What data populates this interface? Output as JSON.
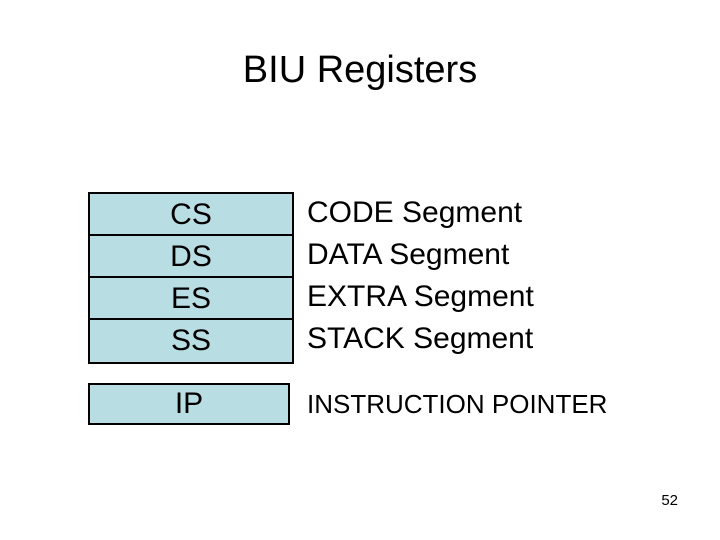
{
  "slide": {
    "title": "BIU Registers",
    "page_number": "52",
    "background_color": "#ffffff",
    "text_color": "#000000"
  },
  "diagram": {
    "cell_fill_color": "#b8dde2",
    "cell_border_color": "#000000",
    "segment_registers": [
      {
        "name": "CS",
        "description": "CODE Segment"
      },
      {
        "name": "DS",
        "description": "DATA Segment"
      },
      {
        "name": "ES",
        "description": "EXTRA Segment"
      },
      {
        "name": "SS",
        "description": "STACK Segment"
      }
    ],
    "pointer_register": {
      "name": "IP",
      "description": "INSTRUCTION POINTER"
    }
  }
}
